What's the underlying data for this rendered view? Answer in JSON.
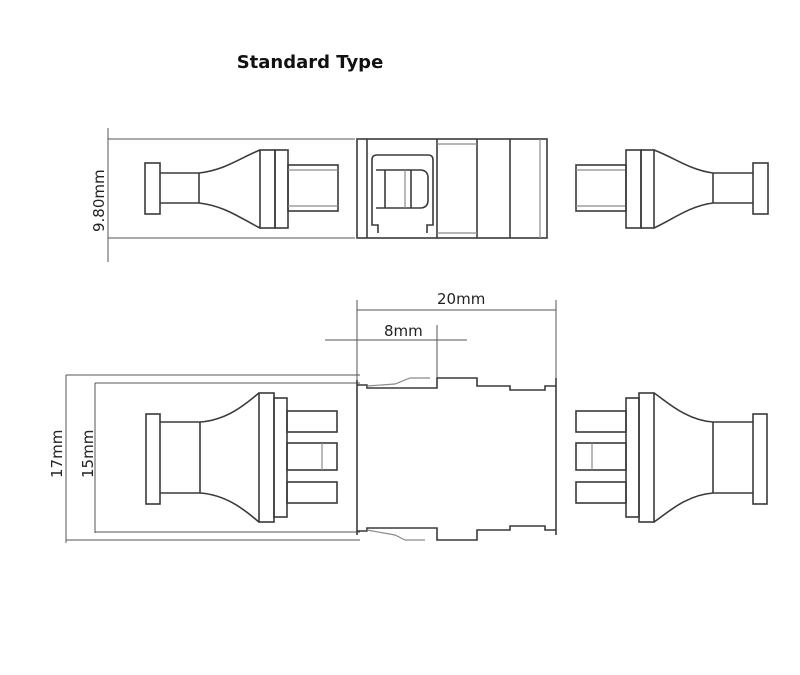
{
  "title": "Standard Type",
  "top_view": {
    "height_label": "9.80mm"
  },
  "bottom_view": {
    "length_label": "20mm",
    "half_length_label": "8mm",
    "outer_height_label": "17mm",
    "inner_height_label": "15mm"
  },
  "colors": {
    "line": "#3a3a3a",
    "background": "#ffffff"
  }
}
